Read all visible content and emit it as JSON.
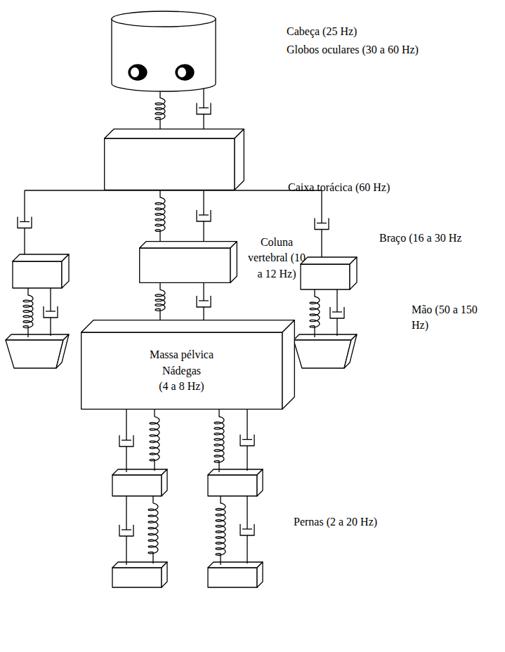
{
  "diagram": {
    "nodes": [
      {
        "text": [
          "Cabeça (25 Hz)",
          "Globos oculares (30 a 60 Hz)"
        ]
      },
      {
        "text": [
          "Caixa torácica (60 Hz)"
        ]
      },
      {
        "text": [
          "Coluna vertebral (10 a 12 Hz)"
        ]
      },
      {
        "text": [
          "Massa pélvica Nádegas",
          "(4 a 8 Hz)"
        ]
      }
    ],
    "edges": [
      {
        "from": 0,
        "to": 1,
        "arrow": "none"
      },
      {
        "from": 0,
        "to": 1,
        "arrow": "none"
      },
      {
        "from": 1,
        "to": 2,
        "arrow": "none"
      },
      {
        "from": 1,
        "to": 2,
        "arrow": "none"
      },
      {
        "from": 2,
        "to": 3,
        "arrow": "none"
      },
      {
        "from": 2,
        "to": 3,
        "arrow": "none"
      }
    ],
    "labels": [
      "Braço (16 a 30 Hz",
      "Mão (50 a 150 Hz)",
      "Pernas (2 a 20 Hz)"
    ]
  }
}
